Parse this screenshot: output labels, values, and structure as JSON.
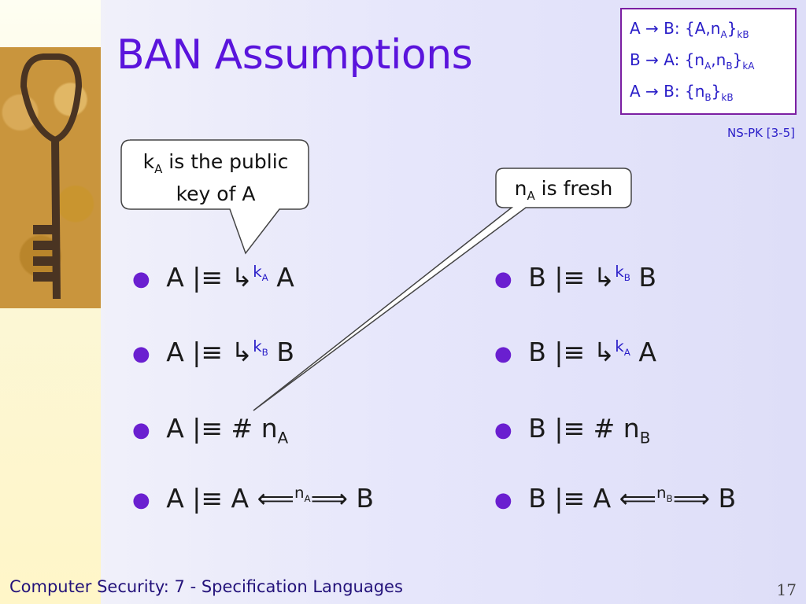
{
  "slide": {
    "title": "BAN Assumptions",
    "page_number": "17",
    "footer": "Computer Security: 7 - Specification Languages"
  },
  "protocol": {
    "label": "NS-PK [3-5]",
    "lines": [
      {
        "from": "A",
        "to": "B",
        "body": "{A,n",
        "sub": "A",
        "close": "}",
        "key": "kB"
      },
      {
        "from": "B",
        "to": "A",
        "body": "{n",
        "sub": "A",
        "mid": ",n",
        "sub2": "B",
        "close": "}",
        "key": "kA"
      },
      {
        "from": "A",
        "to": "B",
        "body": "{n",
        "sub": "B",
        "close": "}",
        "key": "kB"
      }
    ]
  },
  "callouts": {
    "public_key": {
      "var": "k",
      "sub": "A",
      "text": " is the public key of A"
    },
    "fresh": {
      "var": "n",
      "sub": "A",
      "text": " is fresh"
    }
  },
  "bullets": {
    "left": [
      {
        "subject": "A",
        "believes": "|≡",
        "relation": "↳",
        "key": "k",
        "key_sub": "A",
        "object": "A"
      },
      {
        "subject": "A",
        "believes": "|≡",
        "relation": "↳",
        "key": "k",
        "key_sub": "B",
        "object": "B"
      },
      {
        "subject": "A",
        "believes": "|≡",
        "relation": "#",
        "key": "n",
        "key_sub": "A",
        "object": ""
      },
      {
        "subject": "A",
        "believes": "|≡",
        "relation": "A",
        "key": "n",
        "key_sub": "A",
        "object": "B"
      }
    ],
    "right": [
      {
        "subject": "B",
        "believes": "|≡",
        "relation": "↳",
        "key": "k",
        "key_sub": "B",
        "object": "B"
      },
      {
        "subject": "B",
        "believes": "|≡",
        "relation": "↳",
        "key": "k",
        "key_sub": "A",
        "object": "A"
      },
      {
        "subject": "B",
        "believes": "|≡",
        "relation": "#",
        "key": "n",
        "key_sub": "B",
        "object": ""
      },
      {
        "subject": "B",
        "believes": "|≡",
        "relation": "A",
        "key": "n",
        "key_sub": "B",
        "object": "B"
      }
    ]
  },
  "colors": {
    "title": "#5a14dc",
    "accent": "#7b1fa2",
    "key_text": "#2a1ec8"
  }
}
